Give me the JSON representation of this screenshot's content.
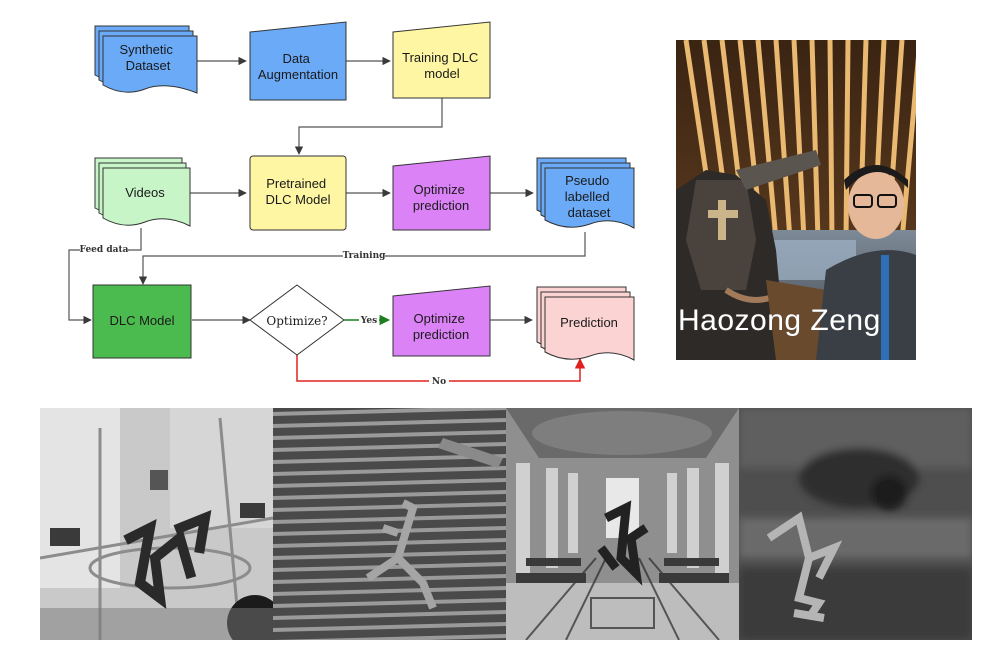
{
  "flowchart": {
    "nodes": {
      "synthetic_dataset": [
        "Synthetic",
        "Dataset"
      ],
      "data_augmentation": [
        "Data",
        "Augmentation"
      ],
      "training_dlc_model": [
        "Training DLC",
        "model"
      ],
      "videos": [
        "Videos"
      ],
      "pretrained_dlc_model": [
        "Pretrained",
        "DLC Model"
      ],
      "optimize_prediction_1": [
        "Optimize",
        "prediction"
      ],
      "pseudo_labelled_dataset": [
        "Pseudo",
        "labelled",
        "dataset"
      ],
      "dlc_model": [
        "DLC Model"
      ],
      "optimize_decision": [
        "Optimize?"
      ],
      "optimize_prediction_2": [
        "Optimize",
        "prediction"
      ],
      "prediction": [
        "Prediction"
      ]
    },
    "edges": {
      "feed_data": "Feed data",
      "training": "Training",
      "yes": "Yes",
      "no": "No"
    },
    "colors": {
      "blue": "#6aaaf7",
      "yellow": "#fef6a3",
      "green_light": "#c7f5c7",
      "purple": "#dc82f7",
      "green_dark": "#4cbb4f",
      "pink": "#fcd3d3",
      "yes_arrow": "#1e7d1e",
      "no_arrow": "#e0201c"
    }
  },
  "portrait": {
    "caption": "Haozong Zeng"
  },
  "example_frames": {
    "count": 4,
    "style": "grayscale"
  }
}
